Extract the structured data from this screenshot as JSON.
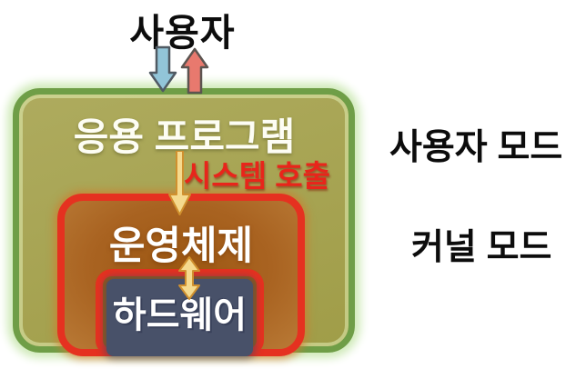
{
  "diagram": {
    "user_label": "사용자",
    "application_label": "응용 프로그램",
    "system_call_label": "시스템 호출",
    "os_label": "운영체제",
    "hardware_label": "하드웨어",
    "user_mode_label": "사용자 모드",
    "kernel_mode_label": "커널 모드",
    "colors": {
      "user_mode_region_border": "#6f9e47",
      "user_mode_region_glow": "#cfeab8",
      "user_mode_region_fill": "#a6a352",
      "kernel_region_border": "#e53120",
      "kernel_region_fill": "#a96321",
      "hardware_box_fill": "#485169",
      "down_arrow_fill": "#92c5d8",
      "up_arrow_fill": "#e8796e",
      "system_call_arrow_fill": "#f5da8e",
      "system_call_arrow_outline": "#d0902e",
      "system_call_text": "#e8251b",
      "label_text_dark": "#0c0c0c",
      "label_text_light": "#ffffff"
    }
  }
}
